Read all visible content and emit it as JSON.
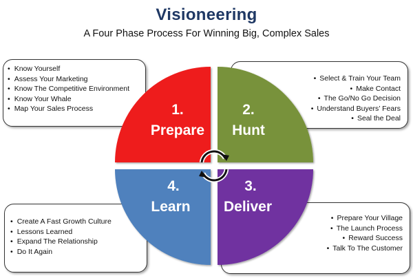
{
  "title": "Visioneering",
  "subtitle": "A Four Phase Process For Winning Big, Complex Sales",
  "colors": {
    "title": "#1f3864",
    "prepare": "#ee1c1c",
    "hunt": "#78923a",
    "deliver": "#7030a0",
    "learn": "#4f81bd"
  },
  "icons": {
    "cycle": "circular-arrows-icon"
  },
  "phases": {
    "prepare": {
      "number": "1.",
      "name": "Prepare"
    },
    "hunt": {
      "number": "2.",
      "name": "Hunt"
    },
    "deliver": {
      "number": "3.",
      "name": "Deliver"
    },
    "learn": {
      "number": "4.",
      "name": "Learn"
    }
  },
  "boxes": {
    "prepare": [
      "Know Yourself",
      "Assess Your Marketing",
      "Know The Competitive Environment",
      "Know Your Whale",
      "Map Your Sales Process"
    ],
    "hunt": [
      "Select & Train Your Team",
      "Make Contact",
      "The Go/No Go Decision",
      "Understand Buyers’ Fears",
      "Seal the Deal"
    ],
    "learn": [
      "Create A Fast Growth Culture",
      "Lessons Learned",
      "Expand The Relationship",
      "Do It Again"
    ],
    "deliver": [
      "Prepare Your Village",
      "The Launch  Process",
      "Reward Success",
      "Talk To The Customer"
    ]
  }
}
